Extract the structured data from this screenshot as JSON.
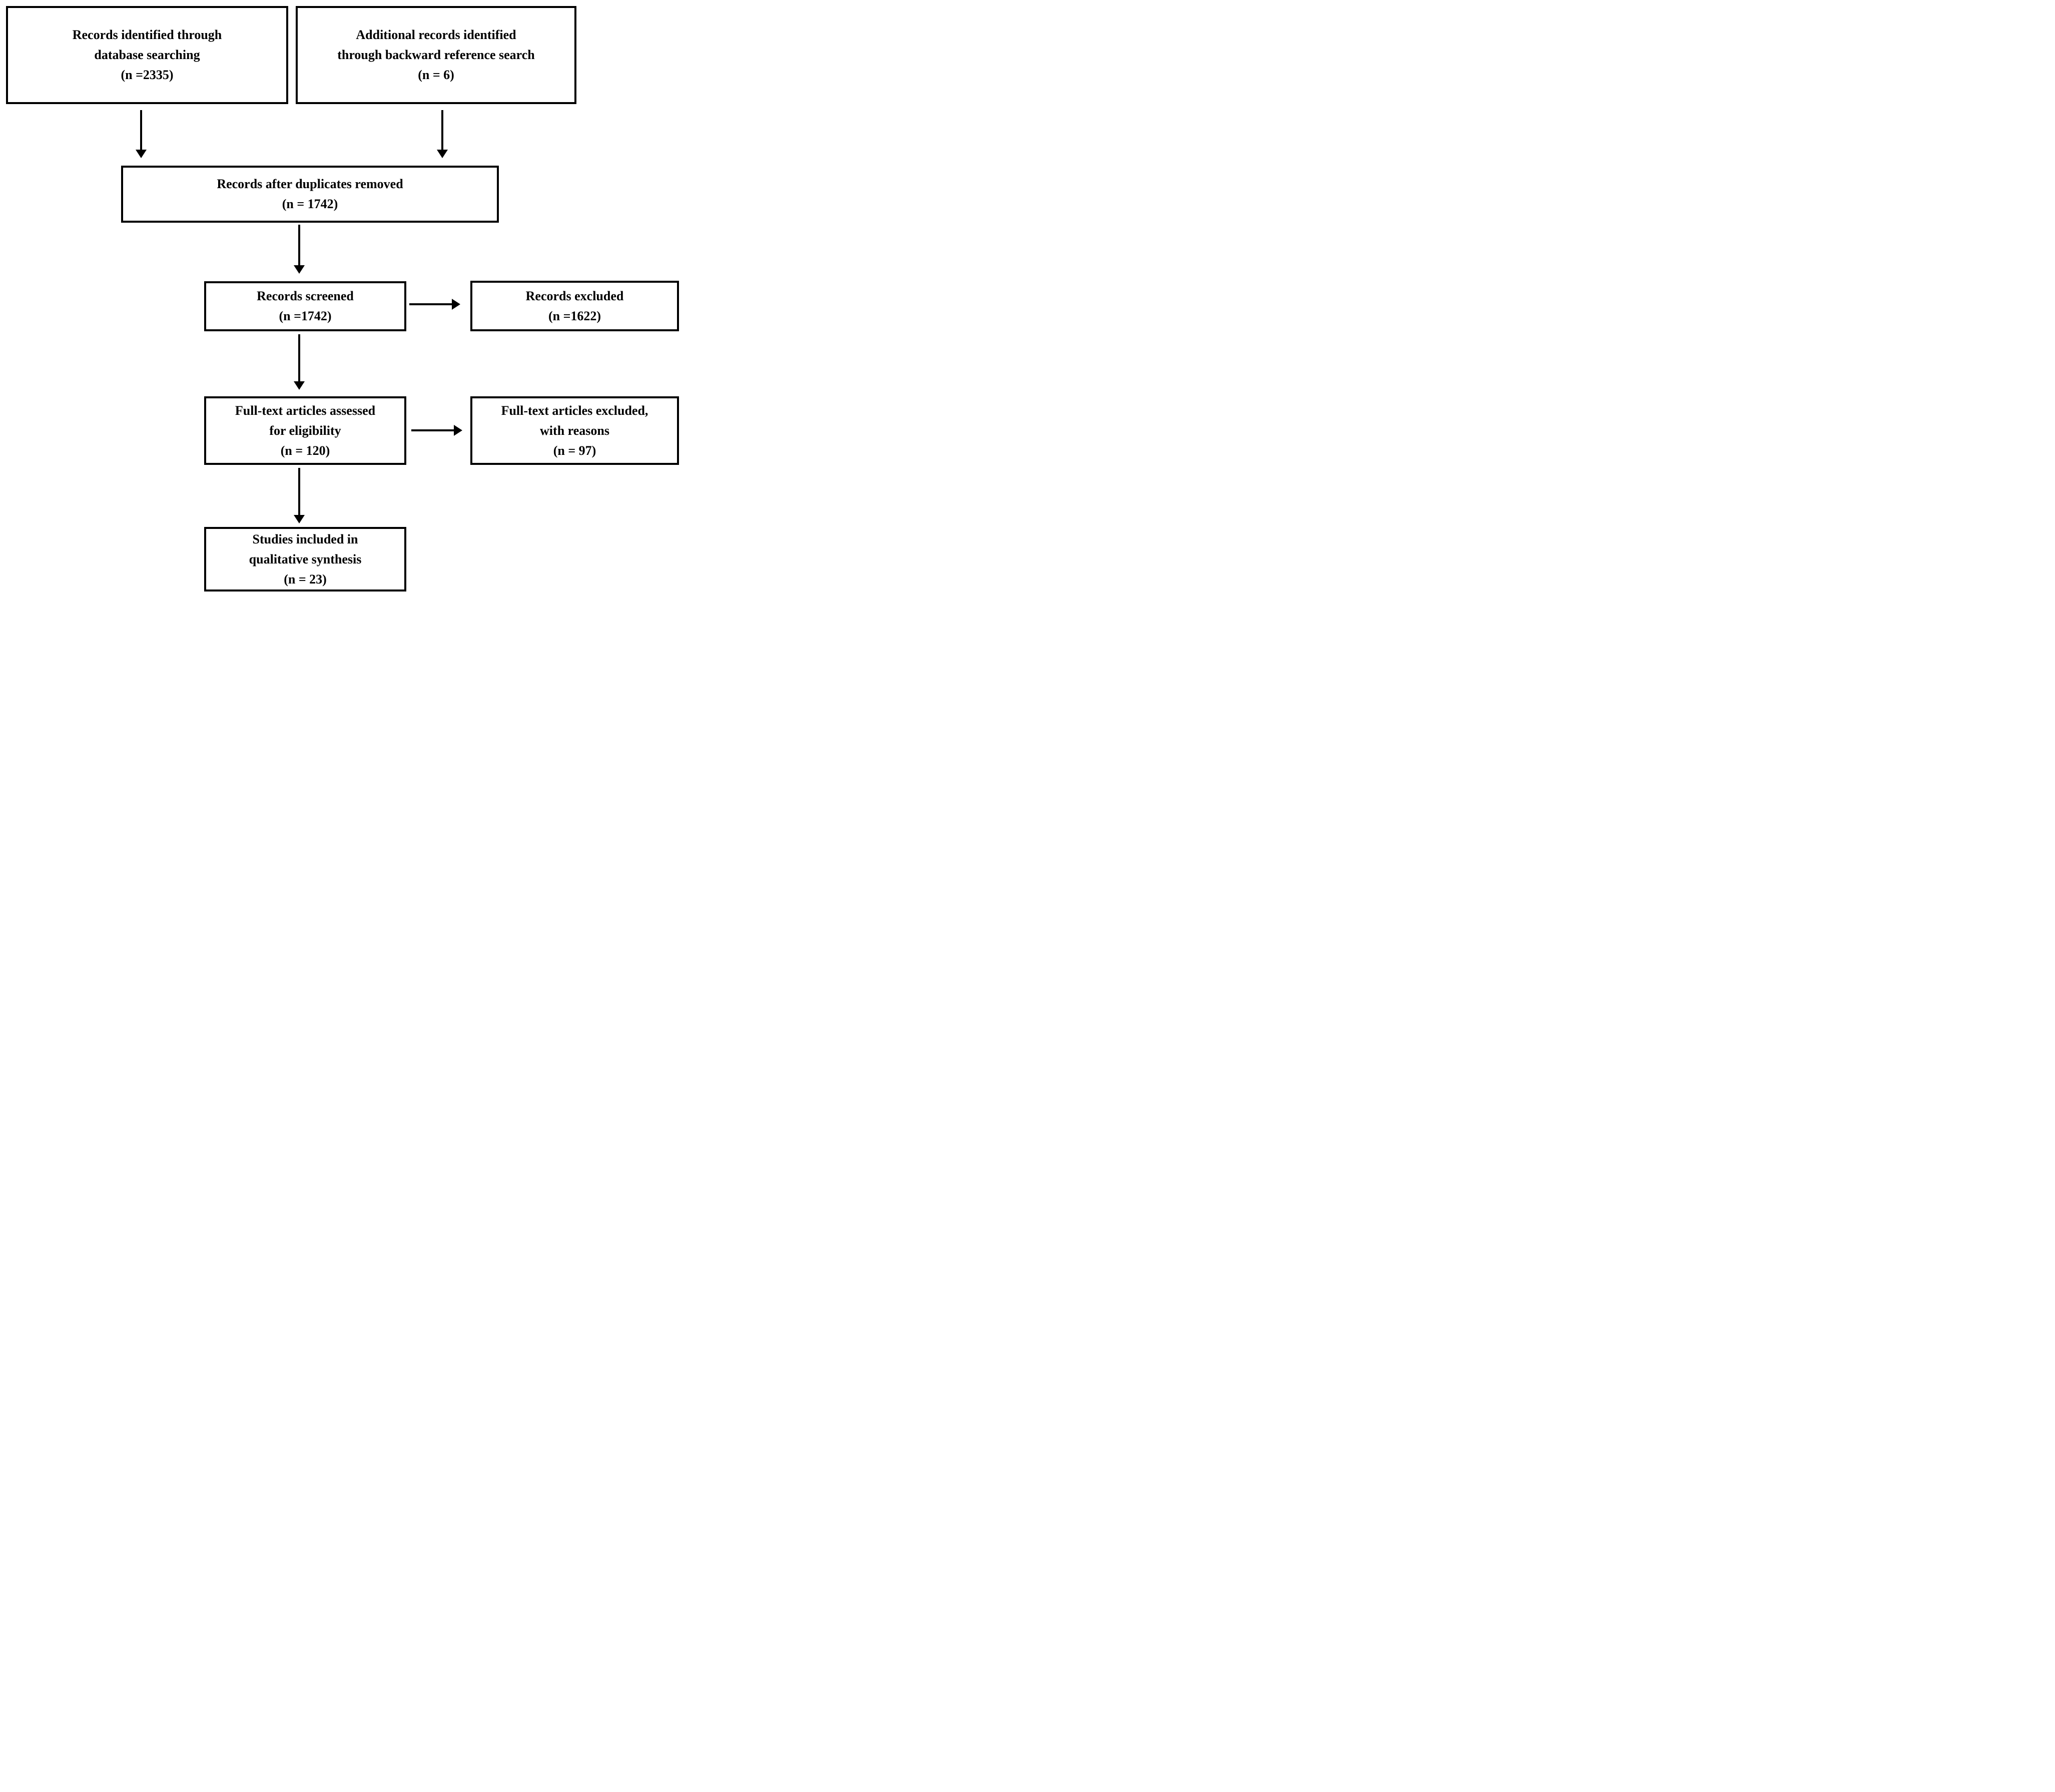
{
  "diagram": {
    "type": "prisma-flow",
    "colors": {
      "ink": "#000000",
      "background": "#ffffff"
    },
    "nodes": [
      {
        "id": "records-identified",
        "lines": [
          "Records identified through",
          "database searching",
          "(n =2335)"
        ]
      },
      {
        "id": "additional-records",
        "lines": [
          "Additional records identified",
          "through backward reference search",
          "(n = 6)"
        ]
      },
      {
        "id": "records-deduplicated",
        "lines": [
          "Records after duplicates removed",
          "(n = 1742)"
        ]
      },
      {
        "id": "records-screened",
        "lines": [
          "Records screened",
          "(n =1742)"
        ]
      },
      {
        "id": "records-excluded",
        "lines": [
          "Records excluded",
          "(n =1622)"
        ]
      },
      {
        "id": "fulltext-assessed",
        "lines": [
          "Full-text articles assessed",
          "for eligibility",
          "(n = 120)"
        ]
      },
      {
        "id": "fulltext-excluded",
        "lines": [
          "Full-text articles excluded,",
          "with reasons",
          "(n = 97)"
        ]
      },
      {
        "id": "studies-included",
        "lines": [
          "Studies included in",
          "qualitative synthesis",
          "(n = 23)"
        ]
      }
    ]
  }
}
